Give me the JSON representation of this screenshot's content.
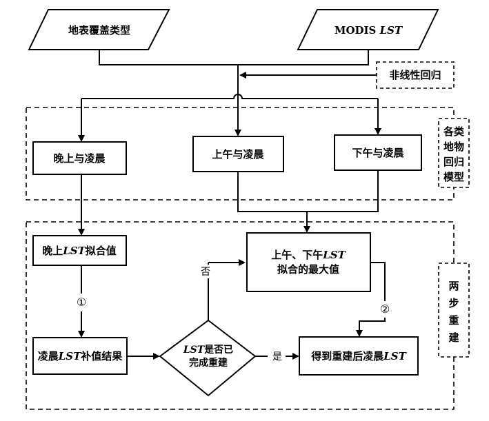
{
  "inputs": {
    "land_cover": "地表覆盖类型",
    "modis_prefix": "MODIS ",
    "modis_lst": "LST"
  },
  "nonlinear": {
    "label": "非线性回归"
  },
  "models": {
    "night": "晚上与凌晨",
    "morning": "上午与凌晨",
    "afternoon": "下午与凌晨",
    "group_label": [
      "各类",
      "地物",
      "回归",
      "模型"
    ]
  },
  "reconstruction": {
    "night_fit_prefix": "晚上",
    "night_fit_lst": "LST",
    "night_fit_suffix": "拟合值",
    "fill_prefix": "凌晨",
    "fill_lst": "LST",
    "fill_suffix": "补值结果",
    "max_line1_prefix": "上午、下午",
    "max_line1_lst": "LST",
    "max_line2": "拟合的最大值",
    "decision_lst": "LST",
    "decision_line1_suffix": "是否已",
    "decision_line2": "完成重建",
    "yes": "是",
    "no": "否",
    "result_prefix": "得到重建后凌晨",
    "result_lst": "LST",
    "step1": "①",
    "step2": "②",
    "group_label": [
      "两",
      "步",
      "重",
      "建"
    ]
  }
}
